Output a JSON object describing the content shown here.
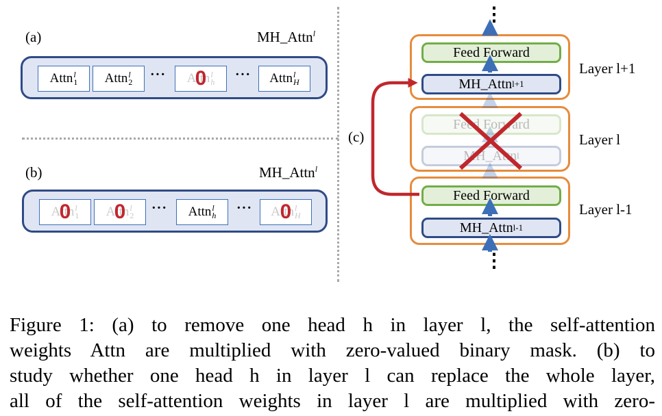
{
  "panel_a": {
    "label": "(a)",
    "title": "MH_Attn",
    "title_sup": "l",
    "heads": [
      {
        "base": "Attn",
        "sup": "l",
        "sub": "1",
        "zeroed": false
      },
      {
        "base": "Attn",
        "sup": "l",
        "sub": "2",
        "zeroed": false
      },
      {
        "base": "Attn",
        "sup": "l",
        "sub": "h",
        "zeroed": true
      },
      {
        "base": "Attn",
        "sup": "l",
        "sub": "H",
        "zeroed": false
      }
    ],
    "ellipsis": "···",
    "zero": "0"
  },
  "panel_b": {
    "label": "(b)",
    "title": "MH_Attn",
    "title_sup": "l",
    "heads": [
      {
        "base": "Attn",
        "sup": "l",
        "sub": "1",
        "zeroed": true
      },
      {
        "base": "Attn",
        "sup": "l",
        "sub": "2",
        "zeroed": true
      },
      {
        "base": "Attn",
        "sup": "l",
        "sub": "h",
        "zeroed": false
      },
      {
        "base": "Attn",
        "sup": "l",
        "sub": "H",
        "zeroed": true
      }
    ],
    "ellipsis": "···",
    "zero": "0"
  },
  "panel_c": {
    "label": "(c)",
    "vdots": "⋮",
    "layers": [
      {
        "label": "Layer l+1",
        "ff": "Feed Forward",
        "mh": "MH_Attn",
        "mh_sup": "l+1",
        "removed": false
      },
      {
        "label": "Layer l",
        "ff": "Feed Forward",
        "mh": "MH_Attn",
        "mh_sup": "l",
        "removed": true
      },
      {
        "label": "Layer l-1",
        "ff": "Feed Forward",
        "mh": "MH_Attn",
        "mh_sup": "l-1",
        "removed": false
      }
    ],
    "colors": {
      "skip_arrow": "#c0272d",
      "cross": "#c0272d",
      "layer_border": "#e68b3c",
      "ff_border": "#71ad47",
      "mh_border": "#2f4a86",
      "up_arrow": "#3d6fb8"
    }
  },
  "caption": {
    "line1": "Figure 1:  (a) to remove one head h in layer l, the self-attention",
    "line2": "weights Attn",
    "line2_rest": " are multiplied with zero-valued binary mask.  (b) to",
    "line3": "study whether one head h in layer l can replace the whole layer,",
    "line4": "all of the self-attention weights in layer l are multiplied with zero-"
  }
}
